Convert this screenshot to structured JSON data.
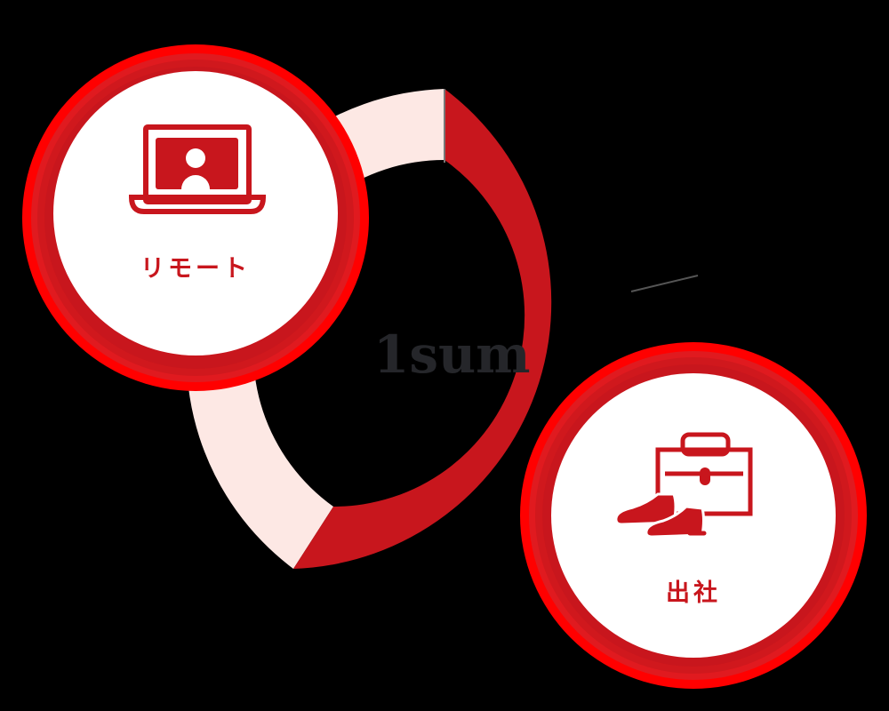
{
  "center": {
    "label": "1sum"
  },
  "ring": {
    "segments": [
      {
        "name": "office",
        "color": "#c8161d",
        "start_deg": 0,
        "end_deg": 235
      },
      {
        "name": "remote",
        "color": "#fde8e4",
        "start_deg": 235,
        "end_deg": 360
      }
    ],
    "divider_deg": 70
  },
  "nodes": [
    {
      "id": "remote",
      "label": "リモート",
      "icon": "laptop-person-icon"
    },
    {
      "id": "office",
      "label": "出社",
      "icon": "briefcase-shoes-icon"
    }
  ],
  "colors": {
    "accent": "#c8161d",
    "light": "#fde8e4",
    "ring_glow": "#ff0000",
    "background": "#000000"
  }
}
